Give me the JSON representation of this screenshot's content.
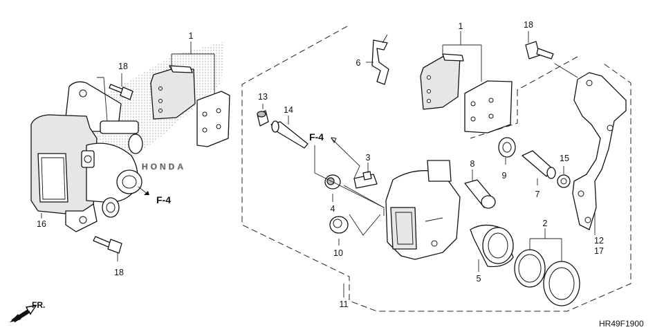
{
  "callouts": {
    "c1_left": "1",
    "c18_top_left": "18",
    "c16": "16",
    "c18_bottom": "18",
    "c6": "6",
    "c1_right": "1",
    "c18_top_right": "18",
    "c13": "13",
    "c14": "14",
    "c3": "3",
    "c4": "4",
    "c10": "10",
    "c8": "8",
    "c9": "9",
    "c7": "7",
    "c15": "15",
    "c5": "5",
    "c2": "2",
    "c12": "12",
    "c17": "17",
    "c11": "11"
  },
  "ref_labels": {
    "f4_left": "F-4",
    "f4_right": "F-4"
  },
  "direction_label": "FR.",
  "diagram_code": "HR49F1900",
  "colors": {
    "line": "#111111",
    "halftone": "#9a9a9a"
  }
}
